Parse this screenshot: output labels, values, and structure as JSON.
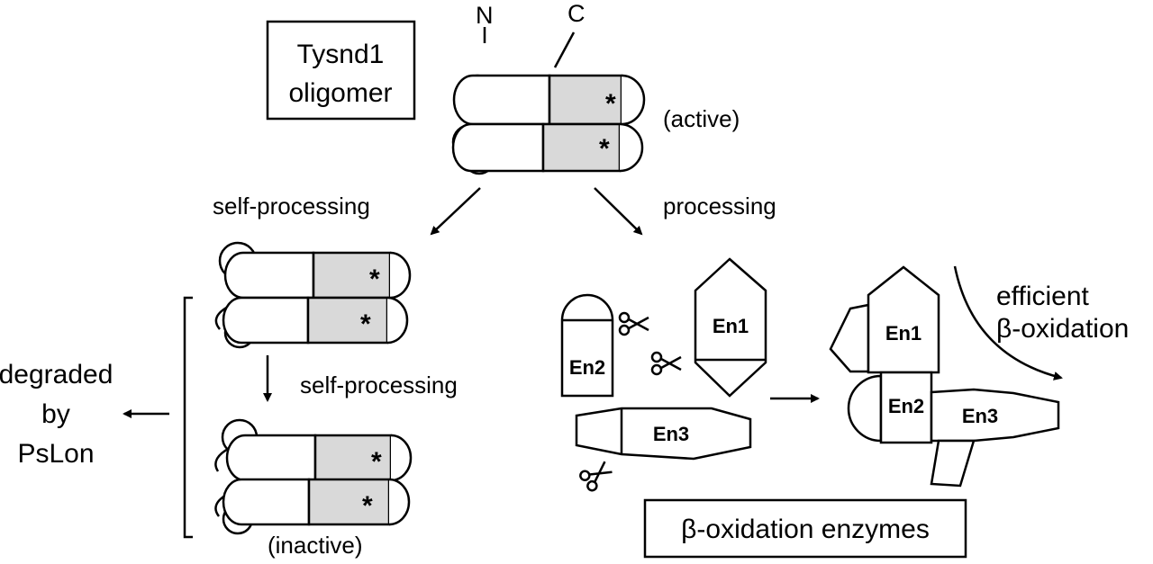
{
  "labels": {
    "n_terminus": "N",
    "c_terminus": "C",
    "tysnd1_line1": "Tysnd1",
    "tysnd1_line2": "oligomer",
    "active": "(active)",
    "self_processing_top": "self-processing",
    "processing": "processing",
    "self_processing_mid": "self-processing",
    "degraded_line1": "degraded",
    "degraded_line2": "by",
    "degraded_line3": "PsLon",
    "inactive": "(inactive)",
    "efficient": "efficient",
    "beta_oxidation": "β-oxidation",
    "beta_oxidation_enzymes": "β-oxidation enzymes",
    "star": "*"
  },
  "enzymes": {
    "en1": "En1",
    "en2": "En2",
    "en3": "En3"
  },
  "colors": {
    "line": "#000000",
    "domain_fill": "#d9d9d9",
    "background": "#ffffff"
  }
}
